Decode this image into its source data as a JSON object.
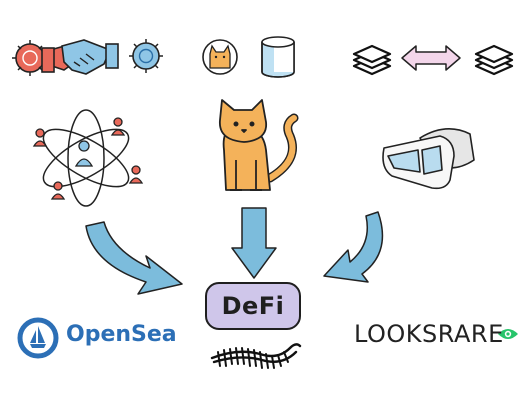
{
  "hub": {
    "label": "DeFi"
  },
  "logos": {
    "opensea": "OpenSea",
    "looksrare": "LOOKSRARE"
  },
  "icons": {
    "top_left": [
      "coin-icon",
      "handshake-icon",
      "coin-icon"
    ],
    "top_center": [
      "cat-nft-icon",
      "database-cylinder-icon"
    ],
    "top_right": [
      "layers-icon",
      "double-arrow-icon",
      "layers-icon"
    ],
    "middle": [
      "atom-people-network-icon",
      "cat-icon",
      "vr-headset-icon"
    ],
    "bottom": [
      "opensea-logo-icon",
      "looksrare-eye-icon",
      "worm-scribble-icon"
    ]
  },
  "colors": {
    "arrow_blue": "#7cbcdc",
    "hub_purple": "#cfc6ea",
    "coin_red": "#e8695a",
    "coin_blue": "#8fc6e6",
    "cat_orange": "#f4b25a",
    "opensea_blue": "#2c6fb6",
    "looksrare_green": "#27c46b",
    "arrow_pink": "#f3d6ea"
  }
}
